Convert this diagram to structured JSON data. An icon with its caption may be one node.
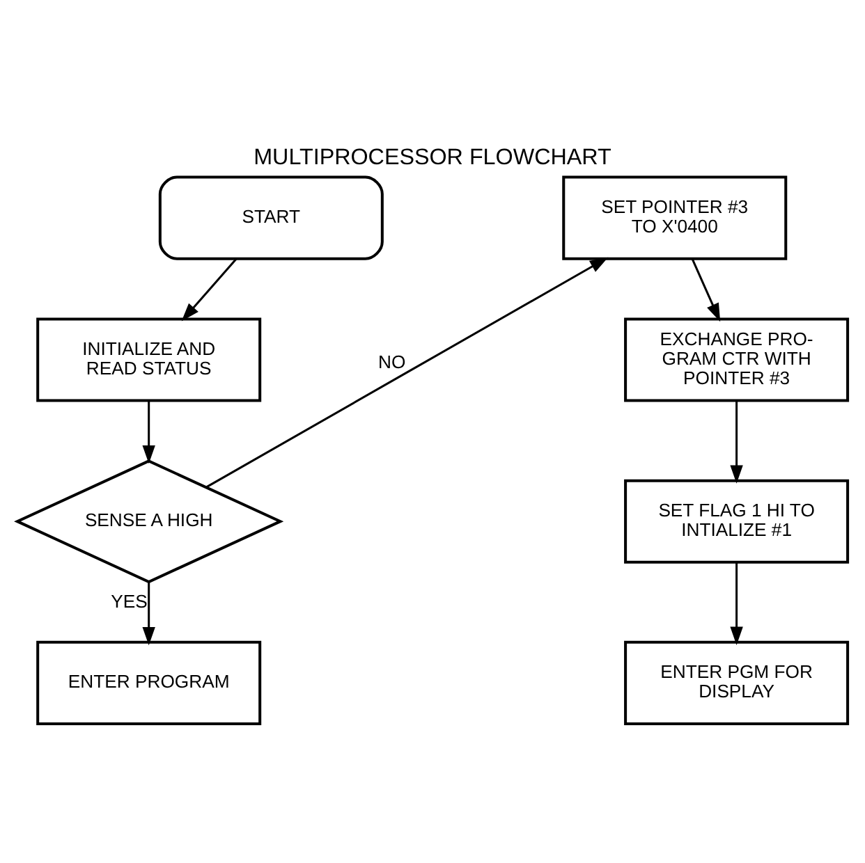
{
  "diagram": {
    "title": "MULTIPROCESSOR FLOWCHART",
    "nodes": [
      {
        "text": [
          "START"
        ]
      },
      {
        "text": [
          "INITIALIZE AND READ STATUS"
        ]
      },
      {
        "text": [
          "SENSE A HIGH"
        ]
      },
      {
        "text": [
          "ENTER PROGRAM"
        ]
      },
      {
        "text": [
          "SET POINTER #3 TO X'0400"
        ]
      },
      {
        "text": [
          "EXCHANGE PRO-GRAM CTR WITH POINTER #3"
        ]
      },
      {
        "text": [
          "SET FLAG 1 HI TO INTIALIZE #1"
        ]
      },
      {
        "text": [
          "ENTER PGM FOR DISPLAY"
        ]
      }
    ],
    "edges": [
      {
        "from": 0,
        "to": 1,
        "arrow": "to"
      },
      {
        "from": 1,
        "to": 2,
        "arrow": "to"
      },
      {
        "from": 2,
        "to": 3,
        "arrow": "to",
        "label": "YES"
      },
      {
        "from": 2,
        "to": 4,
        "arrow": "to",
        "label": "NO"
      },
      {
        "from": 4,
        "to": 5,
        "arrow": "to"
      },
      {
        "from": 5,
        "to": 6,
        "arrow": "to"
      },
      {
        "from": 6,
        "to": 7,
        "arrow": "to"
      }
    ]
  }
}
